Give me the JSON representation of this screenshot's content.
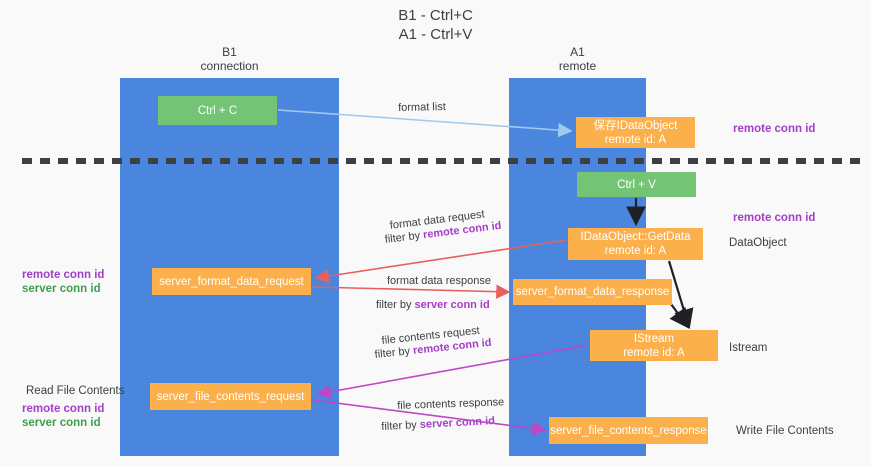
{
  "title": {
    "line1": "B1 - Ctrl+C",
    "line2": "A1 - Ctrl+V"
  },
  "columns": [
    {
      "id": "b1",
      "name": "B1",
      "role": "connection",
      "color": "#4a86dd"
    },
    {
      "id": "a1",
      "name": "A1",
      "role": "remote",
      "color": "#4a86dd"
    }
  ],
  "nodes": {
    "ctrl_c": {
      "label": "Ctrl + C",
      "color": "#74c476"
    },
    "idataobject": {
      "line1": "保存IDataObject",
      "line2": "remote id: A",
      "color": "#fbb04c"
    },
    "ctrl_v": {
      "label": "Ctrl + V",
      "color": "#74c476"
    },
    "getdata": {
      "line1": "IDataObject::GetData",
      "line2": "remote id: A",
      "color": "#fbb04c"
    },
    "server_format_data_request": {
      "label": "server_format_data_request",
      "color": "#fbb04c"
    },
    "server_format_data_response": {
      "label": "server_format_data_response",
      "color": "#fbb04c"
    },
    "istream": {
      "line1": "IStream",
      "line2": "remote id: A",
      "color": "#fbb04c"
    },
    "server_file_contents_request": {
      "label": "server_file_contents_request",
      "color": "#fbb04c"
    },
    "server_file_contents_response": {
      "label": "server_file_contents_response",
      "color": "#fbb04c"
    }
  },
  "edge_labels": {
    "format_list": "format list",
    "format_data_request": "format data request",
    "format_data_request_filter_prefix": "filter by ",
    "format_data_request_filter_key": "remote conn id",
    "format_data_response": "format data response",
    "format_data_response_filter_prefix": "filter by ",
    "format_data_response_filter_key": "server conn id",
    "file_contents_request": "file contents request",
    "file_contents_request_filter_prefix": "filter by ",
    "file_contents_request_filter_key": "remote conn id",
    "file_contents_response": "file contents response",
    "file_contents_response_filter_prefix": "filter by ",
    "file_contents_response_filter_key": "server conn id"
  },
  "right_labels": {
    "remote_conn_id_top": "remote conn id",
    "remote_conn_id_mid": "remote conn id",
    "dataobject": "DataObject",
    "istream": "Istream",
    "write_file_contents": "Write File Contents"
  },
  "left_labels": {
    "remote_conn_id_1": "remote conn id",
    "server_conn_id_1": "server conn id",
    "read_file_contents": "Read File Contents",
    "remote_conn_id_2": "remote conn id",
    "server_conn_id_2": "server conn id"
  },
  "colors": {
    "column_blue": "#4a86dd",
    "node_green": "#74c476",
    "node_orange": "#fbb04c",
    "purple_key": "#a23fc6",
    "green_key": "#3f9e4d",
    "arrow_light_blue": "#9fcaf0",
    "arrow_red": "#e8605d",
    "arrow_magenta": "#c046c8",
    "arrow_black": "#202124",
    "divider_dash": "#3c4043",
    "background": "#f9f9f9"
  }
}
